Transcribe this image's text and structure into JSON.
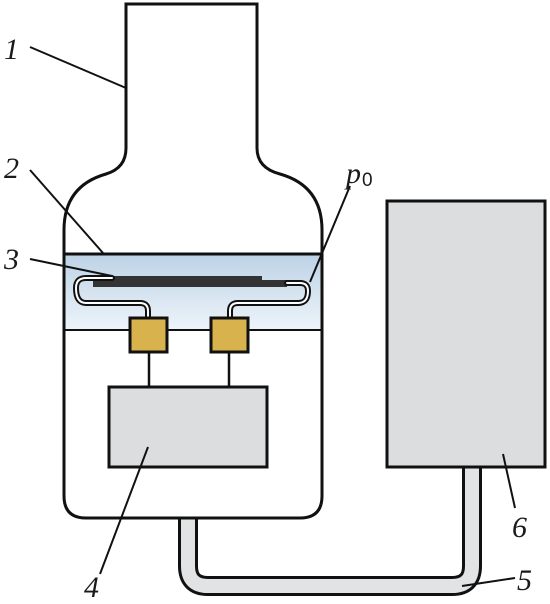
{
  "colors": {
    "outline": "#111111",
    "liquid_fill": "#d6e4f0",
    "sensor_pad": "#d8b24c",
    "box_fill": "#dcdddf",
    "tube_fill": "#e2e3e5"
  },
  "labels": {
    "l1": "1",
    "l2": "2",
    "l3": "3",
    "l4": "4",
    "l5": "5",
    "l6": "6",
    "p_main": "p",
    "p_sub": "0"
  }
}
